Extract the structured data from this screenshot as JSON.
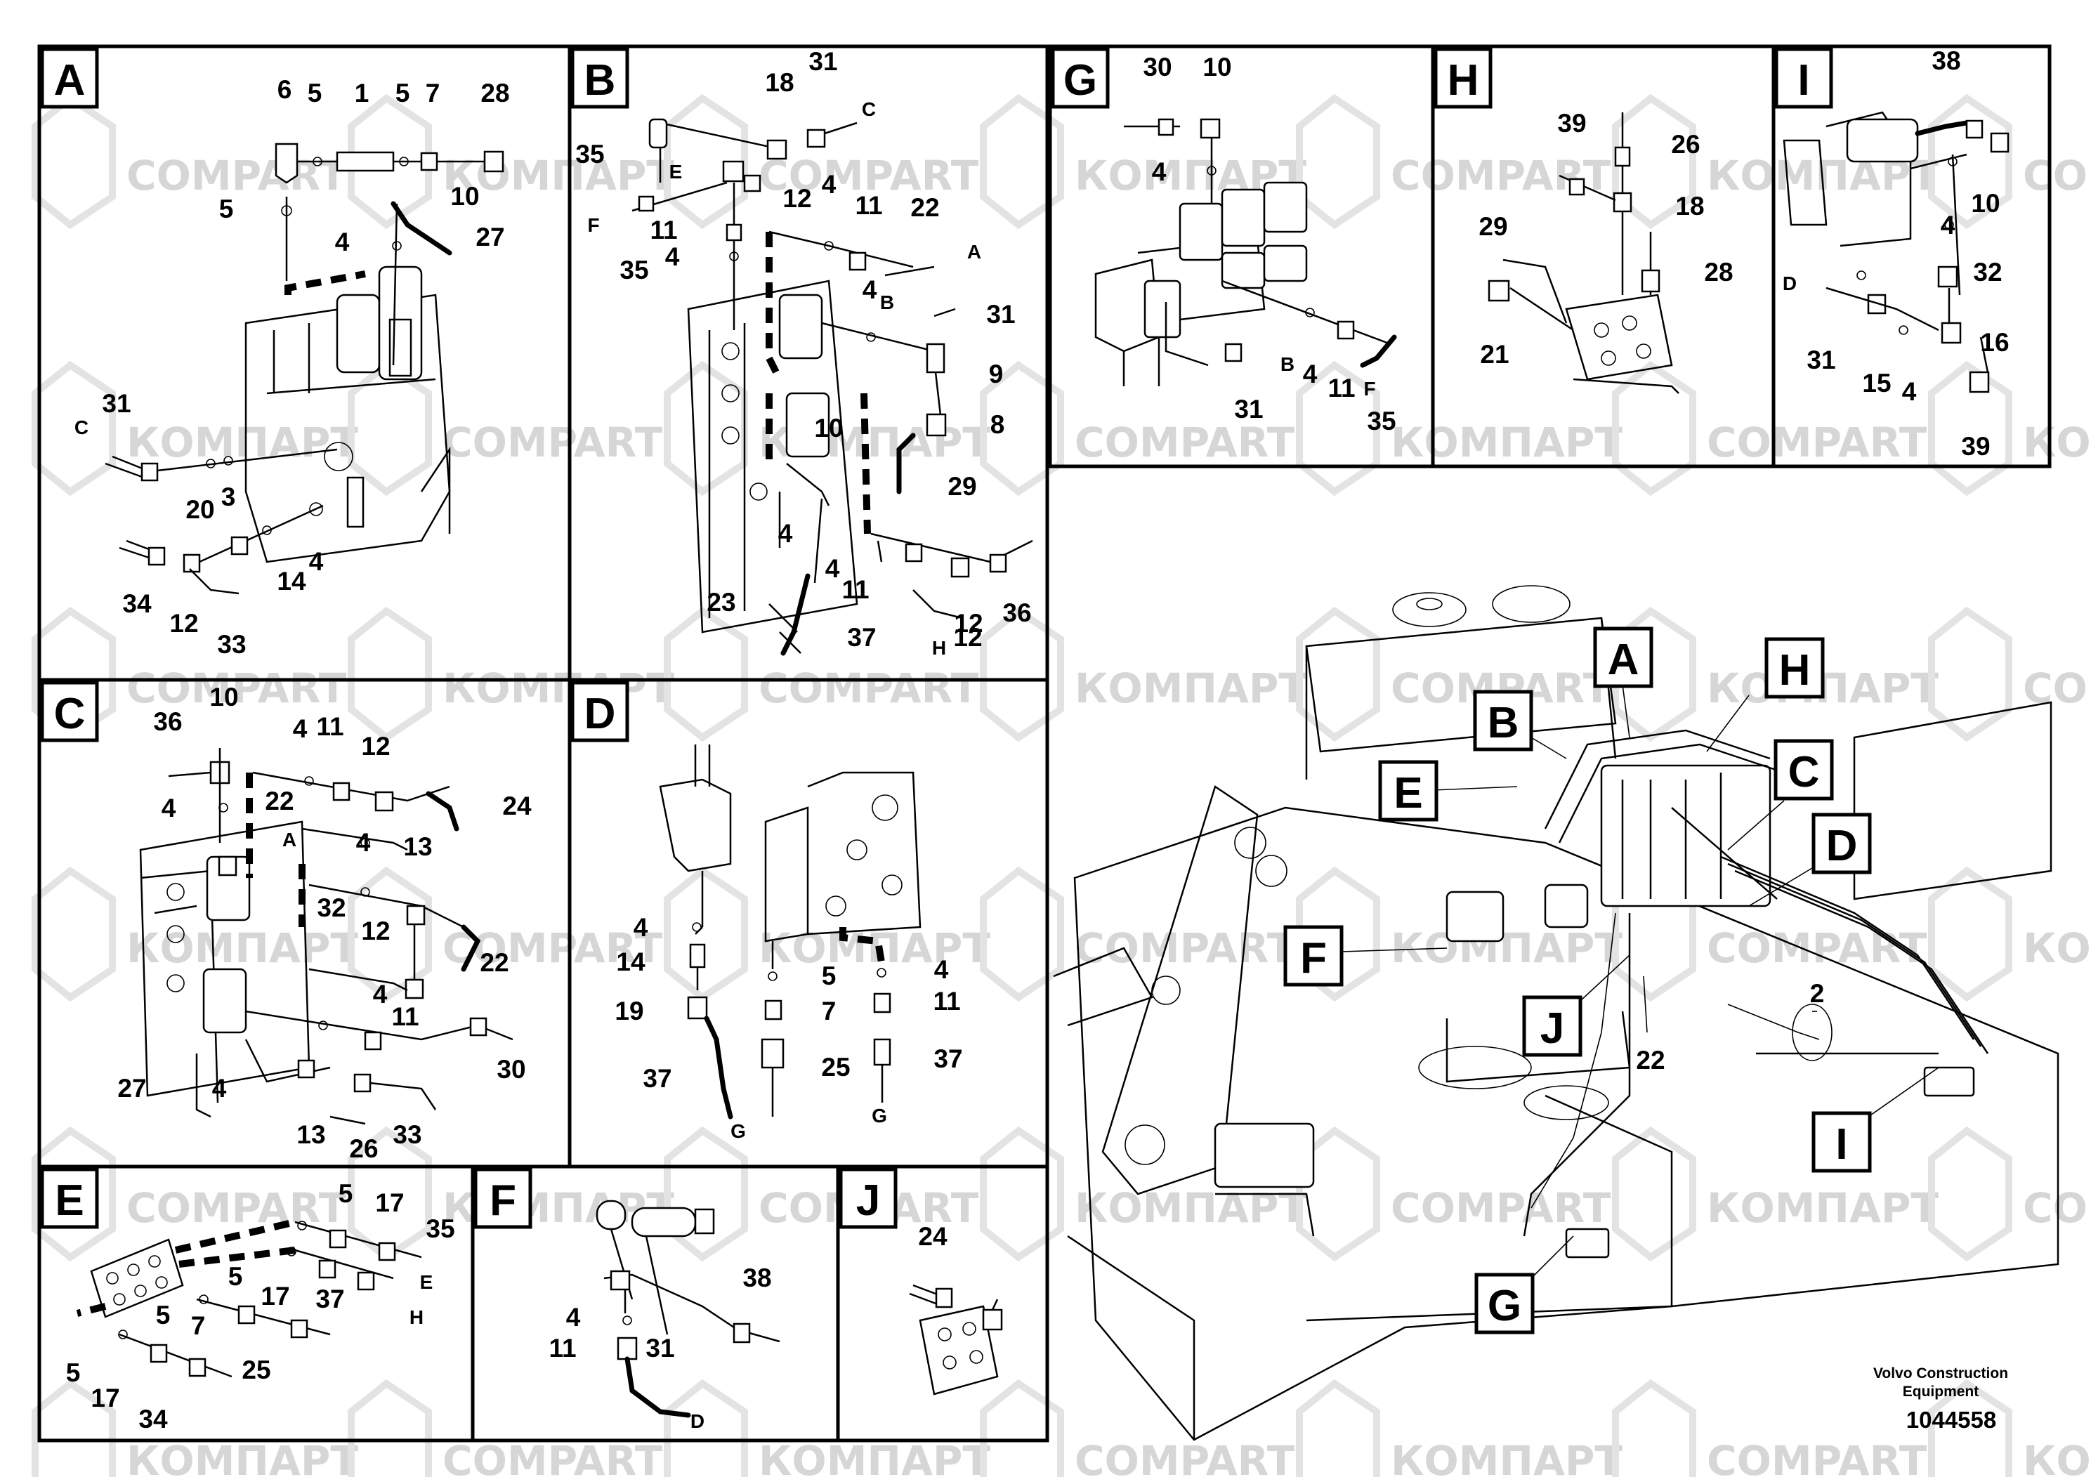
{
  "panels": [
    {
      "id": "A",
      "labels": [
        "6",
        "5",
        "1",
        "5",
        "7",
        "28",
        "5",
        "10",
        "4",
        "27",
        "31",
        "C",
        "20",
        "3",
        "34",
        "12",
        "14",
        "4",
        "33"
      ]
    },
    {
      "id": "B",
      "labels": [
        "18",
        "31",
        "C",
        "35",
        "E",
        "F",
        "12",
        "35",
        "11",
        "4",
        "4",
        "11",
        "22",
        "A",
        "4",
        "B",
        "31",
        "9",
        "8",
        "10",
        "29",
        "4",
        "23",
        "4",
        "11",
        "12",
        "36",
        "37",
        "H",
        "12"
      ]
    },
    {
      "id": "C",
      "labels": [
        "10",
        "36",
        "4",
        "11",
        "12",
        "4",
        "22",
        "24",
        "A",
        "4",
        "13",
        "32",
        "12",
        "22",
        "4",
        "11",
        "27",
        "4",
        "13",
        "26",
        "33",
        "30"
      ]
    },
    {
      "id": "D",
      "labels": [
        "4",
        "14",
        "19",
        "37",
        "G",
        "5",
        "7",
        "25",
        "4",
        "11",
        "37",
        "G"
      ]
    },
    {
      "id": "E",
      "labels": [
        "5",
        "17",
        "35",
        "5",
        "E",
        "17",
        "37",
        "5",
        "7",
        "H",
        "5",
        "25",
        "17",
        "34"
      ]
    },
    {
      "id": "F",
      "labels": [
        "38",
        "4",
        "11",
        "31",
        "D"
      ]
    },
    {
      "id": "G",
      "labels": [
        "24"
      ]
    },
    {
      "id": "H",
      "labels": [
        "30",
        "10",
        "4",
        "B",
        "31",
        "4",
        "11",
        "F",
        "35"
      ]
    },
    {
      "id": "I",
      "labels": [
        "39",
        "26",
        "18",
        "29",
        "28",
        "21"
      ]
    },
    {
      "id": "J",
      "labels": [
        "38",
        "10",
        "4",
        "D",
        "32",
        "31",
        "15",
        "16",
        "4",
        "39"
      ]
    }
  ],
  "overview": {
    "callouts": [
      "A",
      "B",
      "H",
      "E",
      "C",
      "D",
      "F",
      "J",
      "22",
      "2",
      "I",
      "G"
    ]
  },
  "watermark": {
    "text_latin": "COMPART",
    "text_cyrillic": "КОМПАРТ"
  },
  "footer": {
    "company_line1": "Volvo Construction",
    "company_line2": "Equipment",
    "drawing_number": "1044558"
  }
}
